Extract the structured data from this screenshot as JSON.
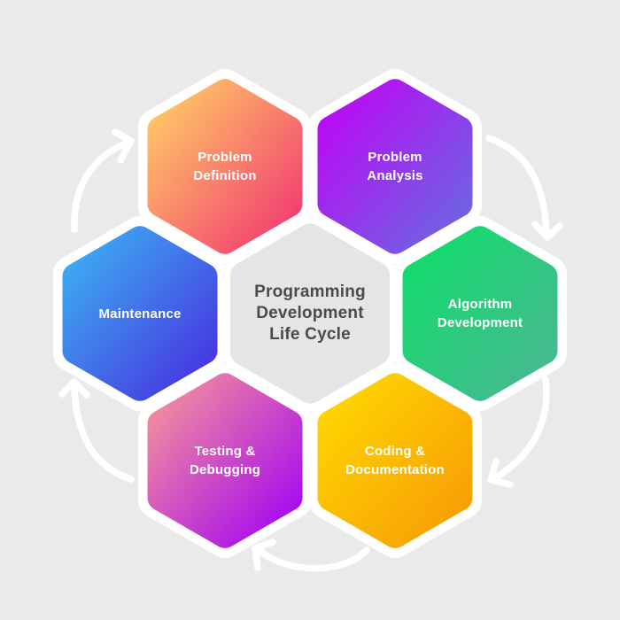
{
  "title": {
    "text": "Programming\nDevelopment\nLife Cycle"
  },
  "hexagons": [
    {
      "id": "problem-definition",
      "label": "Problem\nDefinition",
      "gradient": {
        "from": "#FFCB66",
        "to": "#F23A70"
      }
    },
    {
      "id": "problem-analysis",
      "label": "Problem\nAnalysis",
      "gradient": {
        "from": "#BE06F5",
        "to": "#6A68E1"
      }
    },
    {
      "id": "algorithm-development",
      "label": "Algorithm\nDevelopment",
      "gradient": {
        "from": "#11DD6B",
        "to": "#4AB792"
      }
    },
    {
      "id": "coding-documentation",
      "label": "Coding &\nDocumentation",
      "gradient": {
        "from": "#FFD702",
        "to": "#F89C04"
      }
    },
    {
      "id": "testing-debugging",
      "label": "Testing &\nDebugging",
      "gradient": {
        "from": "#F4919C",
        "to": "#A406F0"
      }
    },
    {
      "id": "maintenance",
      "label": "Maintenance",
      "gradient": {
        "from": "#3DAFF2",
        "to": "#4732E0"
      }
    }
  ],
  "colors": {
    "background": "#EAEAEA",
    "backdrop": "#FFFFFF",
    "arrow": "#FFFFFF",
    "center_hexagon": "#E5E5E5",
    "label_text": "#FFFFFF",
    "title_text": "#4B4B4B"
  }
}
